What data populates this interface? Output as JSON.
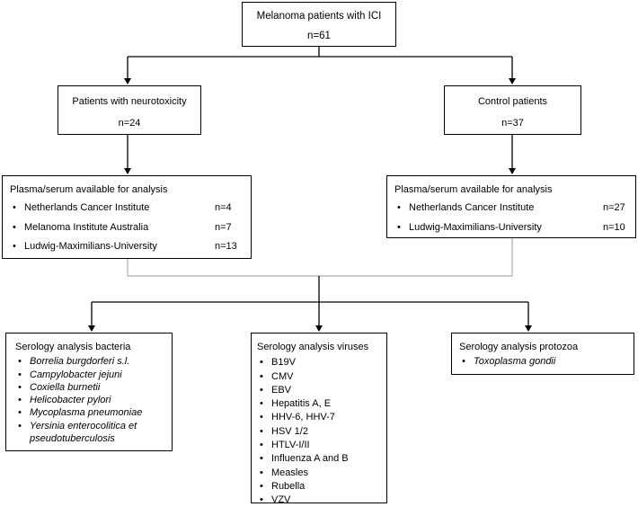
{
  "top": {
    "title": "Melanoma patients with ICI",
    "count": "n=61"
  },
  "neuro": {
    "title": "Patients with neurotoxicity",
    "count": "n=24"
  },
  "control": {
    "title": "Control patients",
    "count": "n=37"
  },
  "neuro_plasma": {
    "title": "Plasma/serum available for analysis",
    "rows": [
      {
        "name": "Netherlands Cancer Institute",
        "count": "n=4"
      },
      {
        "name": "Melanoma Institute Australia",
        "count": "n=7"
      },
      {
        "name": "Ludwig-Maximilians-University",
        "count": "n=13"
      }
    ]
  },
  "control_plasma": {
    "title": "Plasma/serum available for analysis",
    "rows": [
      {
        "name": "Netherlands Cancer Institute",
        "count": "n=27"
      },
      {
        "name": "Ludwig-Maximilians-University",
        "count": "n=10"
      }
    ]
  },
  "bacteria": {
    "title": "Serology analysis bacteria",
    "items": [
      "Borrelia burgdorferi s.l.",
      "Campylobacter jejuni",
      "Coxiella burnetii",
      "Helicobacter pylori",
      "Mycoplasma pneumoniae",
      "Yersinia enterocolitica et pseudotuberculosis"
    ]
  },
  "viruses": {
    "title": "Serology analysis viruses",
    "items": [
      "B19V",
      "CMV",
      "EBV",
      "Hepatitis A, E",
      "HHV-6, HHV-7",
      "HSV 1/2",
      "HTLV-I/II",
      "Influenza A and B",
      "Measles",
      "Rubella",
      "VZV"
    ]
  },
  "protozoa": {
    "title": "Serology analysis protozoa",
    "items": [
      "Toxoplasma gondii"
    ]
  }
}
